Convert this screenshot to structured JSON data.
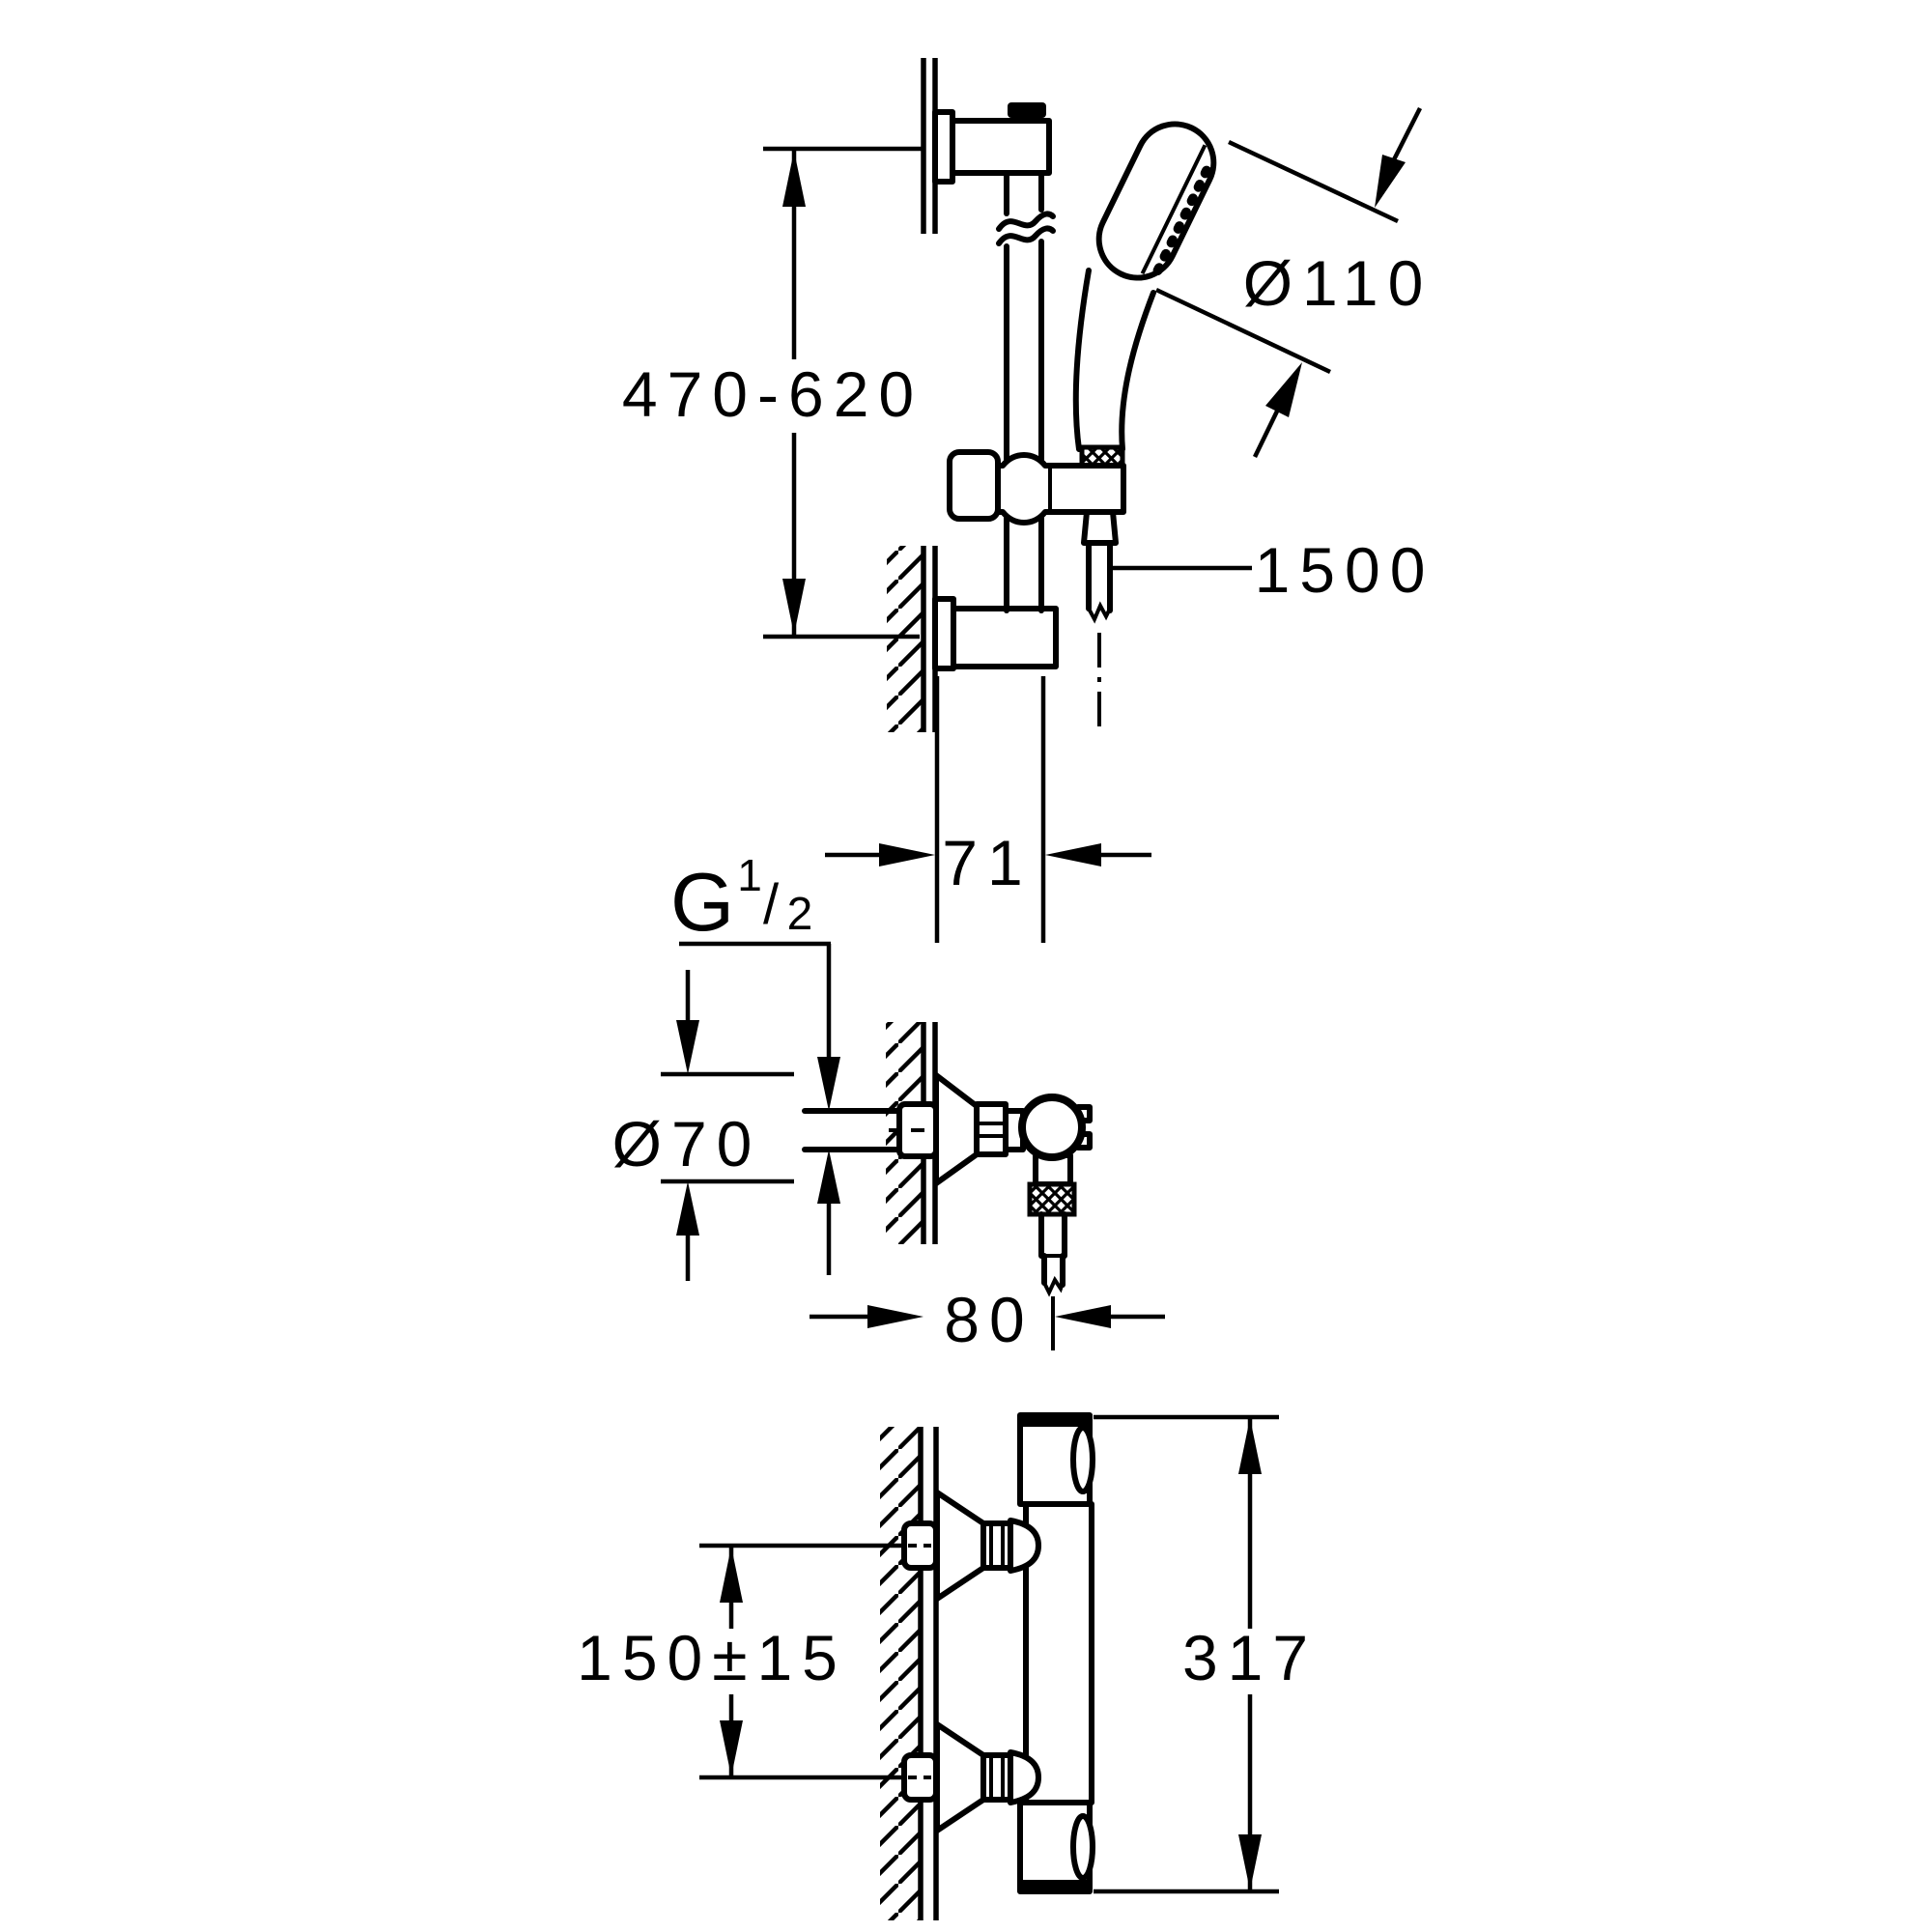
{
  "colors": {
    "ink": "#000000",
    "paper": "#ffffff"
  },
  "views": {
    "top": {
      "height_range": "470-620",
      "head_diameter": "Ø110",
      "hose_length": "1500",
      "rail_offset": "71"
    },
    "middle": {
      "thread_letter": "G",
      "thread_numerator": "1",
      "thread_slash": "/",
      "thread_denominator": "2",
      "escutcheon_diameter": "Ø70",
      "wall_depth": "80"
    },
    "bottom": {
      "inlet_spacing": "150±15",
      "body_height": "317"
    }
  }
}
